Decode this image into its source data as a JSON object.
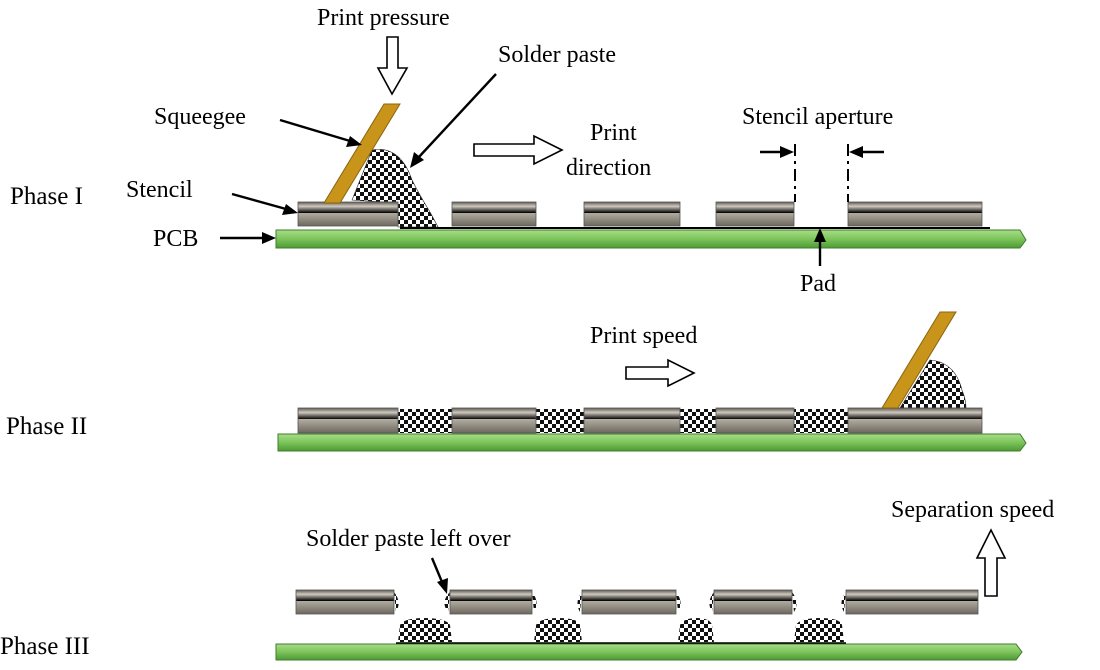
{
  "diagram": {
    "phases": {
      "phase1": "Phase I",
      "phase2": "Phase II",
      "phase3": "Phase III"
    },
    "labels": {
      "print_pressure": "Print pressure",
      "solder_paste": "Solder paste",
      "squeegee": "Squeegee",
      "stencil": "Stencil",
      "pcb": "PCB",
      "print_direction_1": "Print",
      "print_direction_2": "direction",
      "stencil_aperture": "Stencil aperture",
      "pad": "Pad",
      "print_speed": "Print speed",
      "separation_speed": "Separation speed",
      "solder_paste_left_over": "Solder paste left over"
    },
    "colors": {
      "pcb": "#7cc45a",
      "stencil": "#a9a295",
      "squeegee": "#c8941a"
    }
  }
}
